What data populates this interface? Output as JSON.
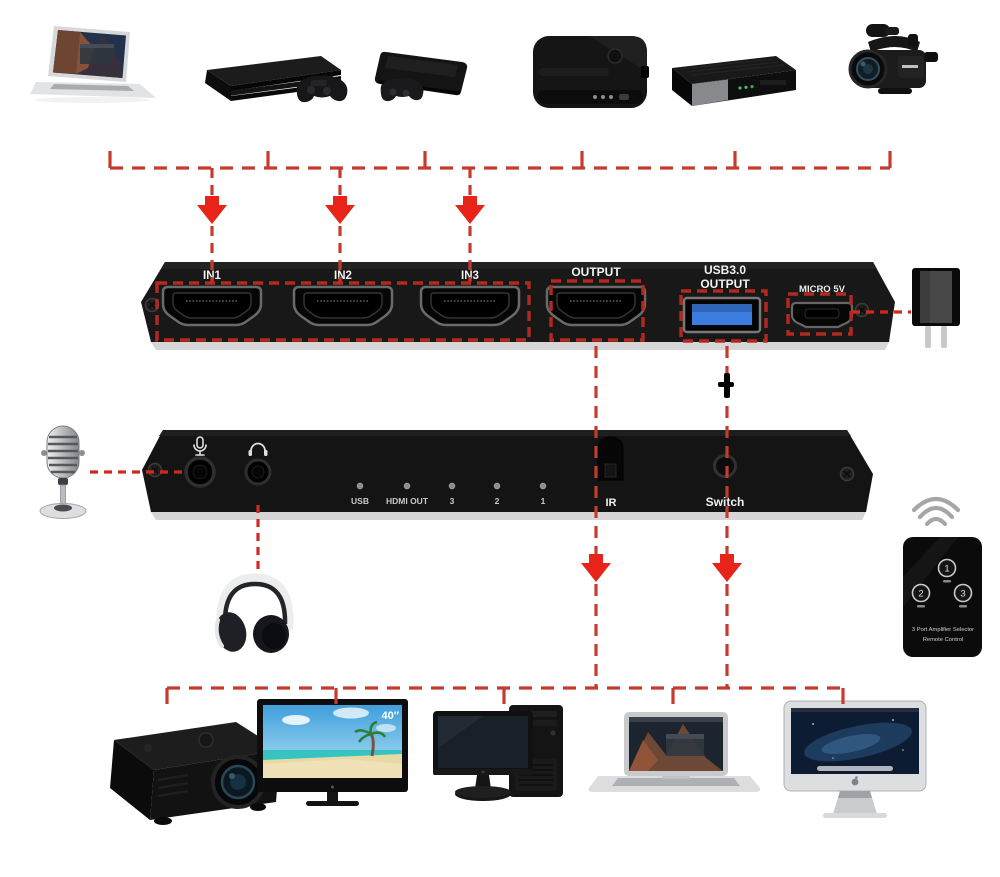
{
  "colors": {
    "background": "#ffffff",
    "connection_line_red": "#c63b2f",
    "arrow_red": "#e8231a",
    "highlight_box_red": "#b4291f",
    "device_black": "#161616",
    "usb_port_blue": "#3b7de0"
  },
  "rear_panel": {
    "in1_label": "IN1",
    "in2_label": "IN2",
    "in3_label": "IN3",
    "output_label": "OUTPUT",
    "usb_label_line1": "USB3.0",
    "usb_label_line2": "OUTPUT",
    "micro_usb_label": "MICRO 5V"
  },
  "front_panel": {
    "indicator_labels": [
      "USB",
      "HDMI OUT",
      "3",
      "2",
      "1"
    ],
    "ir_label": "IR",
    "switch_label": "Switch"
  },
  "remote": {
    "button_labels": [
      "1",
      "2",
      "3"
    ],
    "caption_line1": "3 Port Amplifier Selector",
    "caption_line2": "Remote Control"
  },
  "tv": {
    "size_label": "40″"
  },
  "icons": {
    "top_sources": [
      "macbook-laptop-icon",
      "ps4-console-icon",
      "ps3-console-icon",
      "streaming-tv-box-icon",
      "set-top-box-icon",
      "camcorder-icon"
    ],
    "accessories": [
      "microphone-icon",
      "power-adapter-icon",
      "headphones-icon",
      "wireless-signal-icon",
      "remote-control-icon"
    ],
    "bottom_displays": [
      "projector-icon",
      "tv-40-inch-icon",
      "desktop-computer-icon",
      "macbook-laptop-icon",
      "imac-icon"
    ]
  }
}
